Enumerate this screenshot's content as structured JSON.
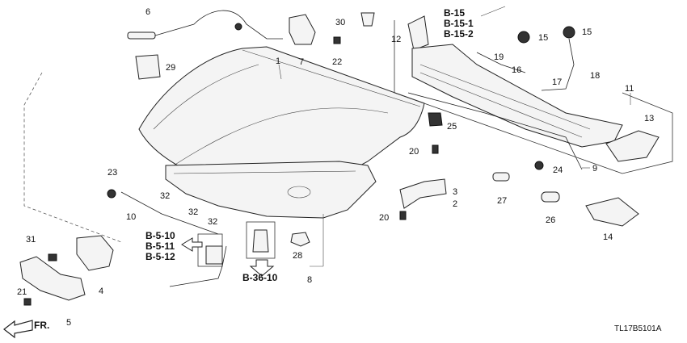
{
  "callouts": {
    "c1": "1",
    "c2": "2",
    "c3": "3",
    "c4": "4",
    "c5": "5",
    "c6": "6",
    "c7": "7",
    "c8": "8",
    "c9": "9",
    "c10": "10",
    "c11": "11",
    "c12": "12",
    "c13": "13",
    "c14": "14",
    "c15a": "15",
    "c15b": "15",
    "c16": "16",
    "c17": "17",
    "c18": "18",
    "c19": "19",
    "c20a": "20",
    "c20b": "20",
    "c21": "21",
    "c22": "22",
    "c23": "23",
    "c24": "24",
    "c25": "25",
    "c26": "26",
    "c27": "27",
    "c28": "28",
    "c29": "29",
    "c30": "30",
    "c31": "31",
    "c32a": "32",
    "c32b": "32",
    "c32c": "32"
  },
  "references": {
    "top_right": [
      "B-15",
      "B-15-1",
      "B-15-2"
    ],
    "left": [
      "B-5-10",
      "B-5-11",
      "B-5-12"
    ],
    "bottom": "B-36-10"
  },
  "front_label": "FR.",
  "diagram_code": "TL17B5101A"
}
